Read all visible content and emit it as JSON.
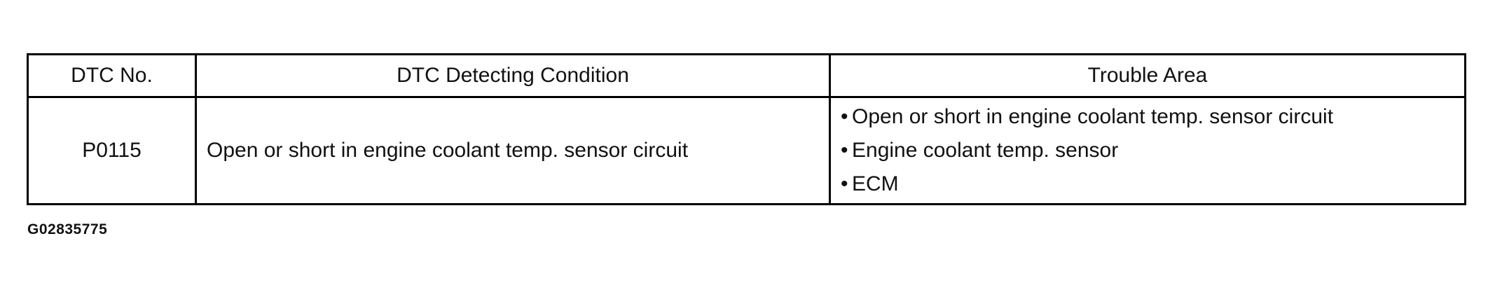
{
  "table": {
    "headers": {
      "dtc_no": "DTC No.",
      "condition": "DTC Detecting Condition",
      "trouble_area": "Trouble Area"
    },
    "rows": [
      {
        "dtc_no": "P0115",
        "condition": "Open or short in engine coolant temp. sensor circuit",
        "trouble_area": [
          "Open or short in engine coolant temp. sensor circuit",
          "Engine coolant temp. sensor",
          "ECM"
        ]
      }
    ]
  },
  "figure_id": "G02835775",
  "bullet": "•"
}
